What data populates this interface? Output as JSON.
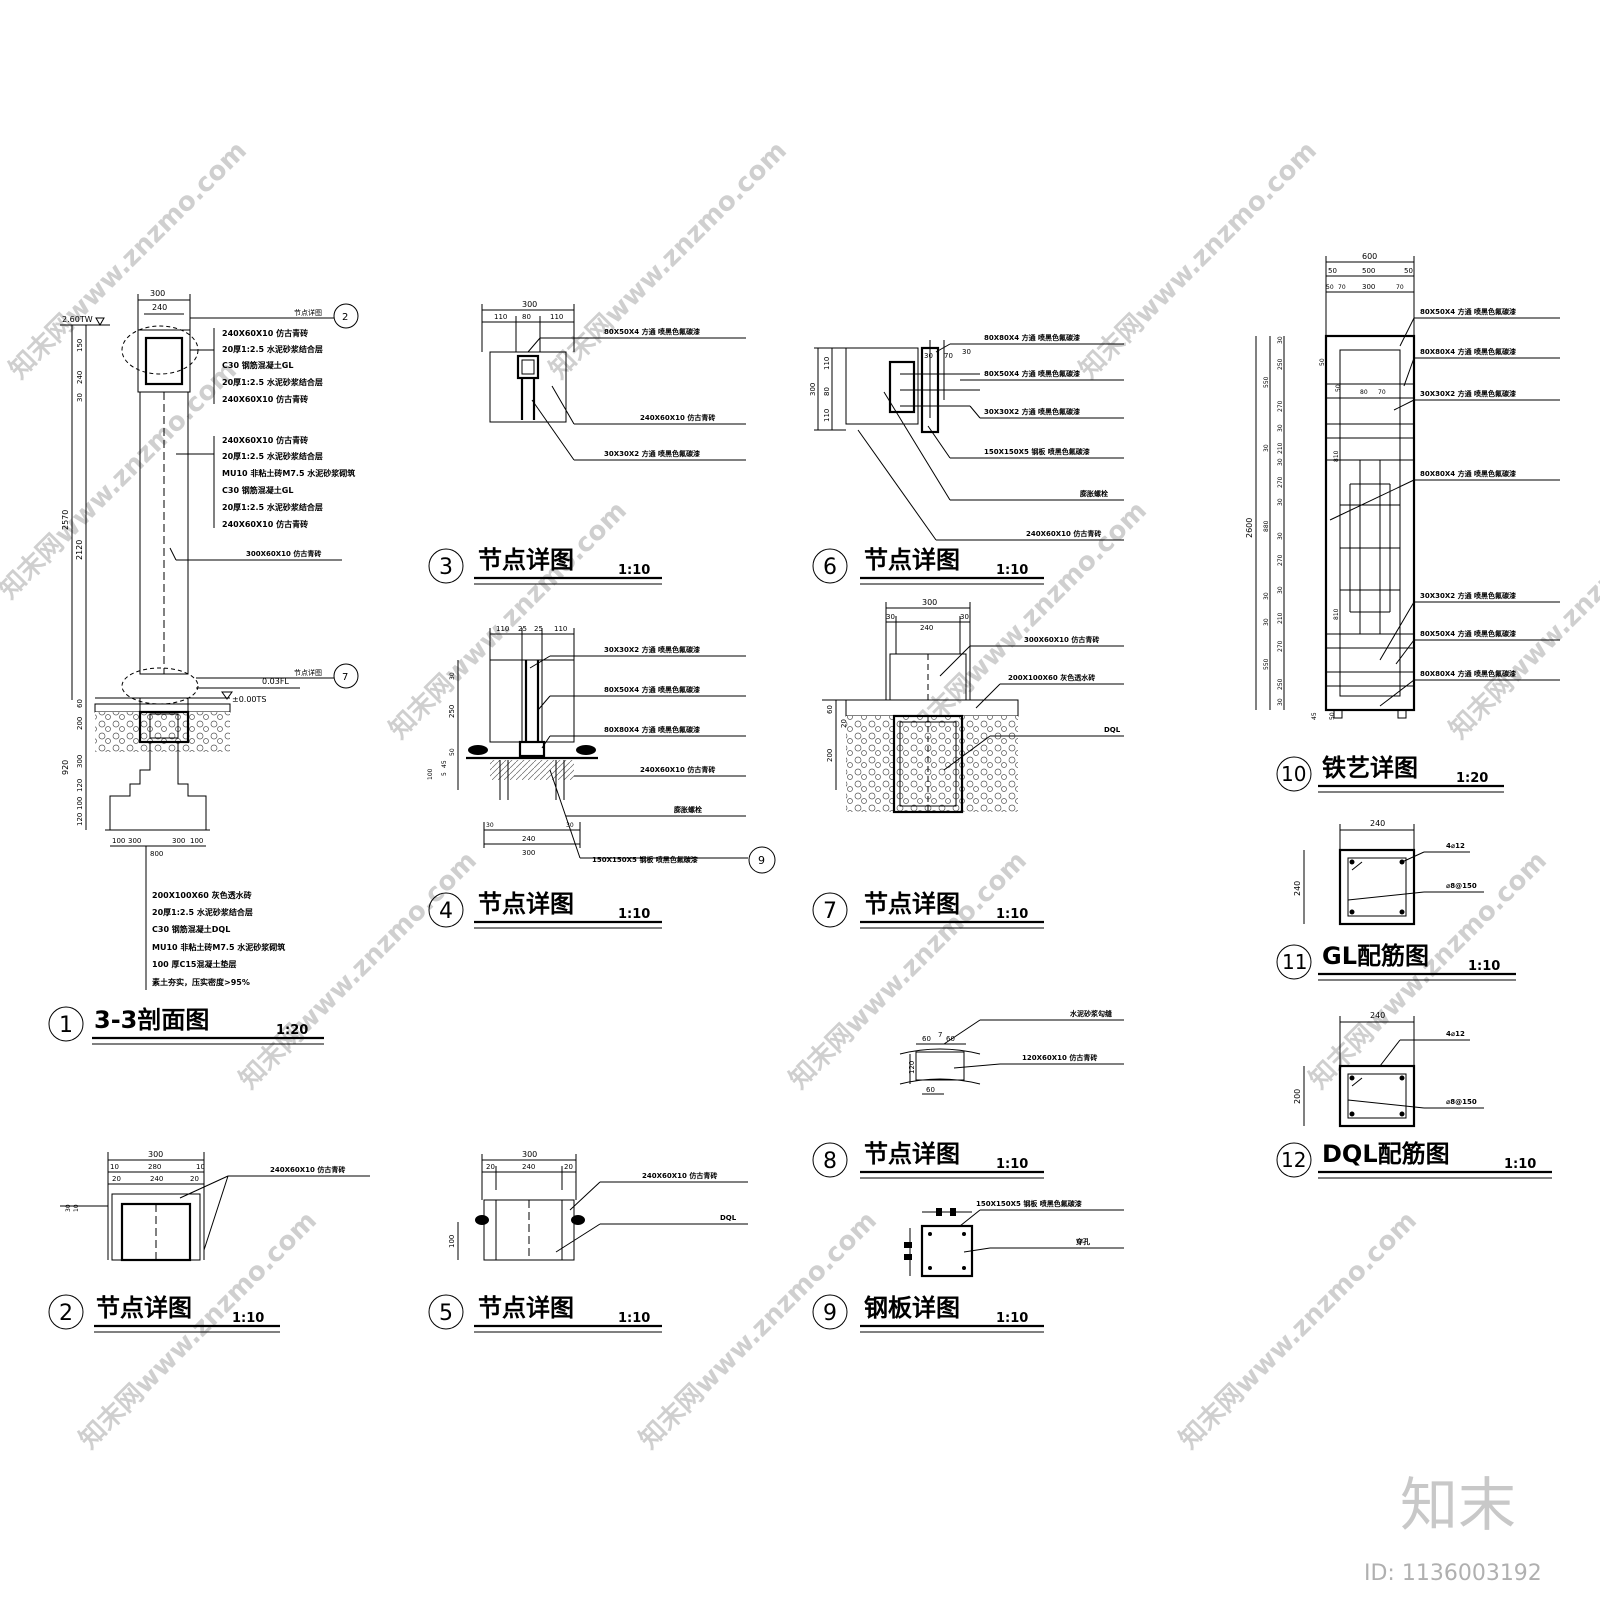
{
  "watermark": {
    "text": "知末网www.znzmo.com",
    "brand": "知末",
    "id_label": "ID: 1136003192"
  },
  "details": [
    {
      "num": "1",
      "title": "3-3剖面图",
      "scale": "1:20"
    },
    {
      "num": "2",
      "title": "节点详图",
      "scale": "1:10"
    },
    {
      "num": "3",
      "title": "节点详图",
      "scale": "1:10"
    },
    {
      "num": "4",
      "title": "节点详图",
      "scale": "1:10"
    },
    {
      "num": "5",
      "title": "节点详图",
      "scale": "1:10"
    },
    {
      "num": "6",
      "title": "节点详图",
      "scale": "1:10"
    },
    {
      "num": "7",
      "title": "节点详图",
      "scale": "1:10"
    },
    {
      "num": "8",
      "title": "节点详图",
      "scale": "1:10"
    },
    {
      "num": "9",
      "title": "钢板详图",
      "scale": "1:10"
    },
    {
      "num": "10",
      "title": "铁艺详图",
      "scale": "1:20"
    },
    {
      "num": "11",
      "title": "GL配筋图",
      "scale": "1:10"
    },
    {
      "num": "12",
      "title": "DQL配筋图",
      "scale": "1:10"
    }
  ],
  "d1": {
    "dims_top": [
      "300",
      "240"
    ],
    "elev_top": "2.60TW",
    "elev_mid": "0.03FL",
    "elev_zero": "±0.00TS",
    "dims_left": [
      "150",
      "240",
      "30",
      "2570",
      "2120",
      "60",
      "200",
      "920",
      "300",
      "120",
      "100",
      "120"
    ],
    "dims_bottom": [
      "100",
      "300",
      "300",
      "100",
      "800"
    ],
    "ref_top": {
      "label": "节点详图",
      "num": "2"
    },
    "ref_mid": {
      "label": "节点详图",
      "num": "7"
    },
    "layers_cap": [
      "240X60X10  仿古青砖",
      "20厚1:2.5 水泥砂浆结合层",
      "C30 钢筋混凝土GL",
      "20厚1:2.5 水泥砂浆结合层",
      "240X60X10  仿古青砖"
    ],
    "layers_wall": [
      "240X60X10  仿古青砖",
      "20厚1:2.5 水泥砂浆结合层",
      "MU10 非粘土砖M7.5 水泥砂浆砌筑",
      "C30 钢筋混凝土GL",
      "20厚1:2.5 水泥砂浆结合层",
      "240X60X10  仿古青砖"
    ],
    "layer_face": "300X60X10  仿古青砖",
    "layers_base": [
      "200X100X60  灰色透水砖",
      "20厚1:2.5 水泥砂浆结合层",
      "C30 钢筋混凝土DQL",
      "MU10 非粘土砖M7.5 水泥砂浆砌筑",
      "100 厚C15混凝土垫层",
      "素土夯实，压实密度>95%"
    ]
  },
  "d2": {
    "dims": [
      "300",
      "10",
      "280",
      "10",
      "20",
      "240",
      "20"
    ],
    "side_dims": [
      "30",
      "10"
    ],
    "label": "240X60X10  仿古青砖"
  },
  "d3": {
    "dims": [
      "300",
      "110",
      "80",
      "110"
    ],
    "labels": [
      "80X50X4  方通  喷黑色氟碳漆",
      "240X60X10  仿古青砖",
      "30X30X2  方通  喷黑色氟碳漆"
    ]
  },
  "d4": {
    "dims_top": [
      "110",
      "25",
      "25",
      "110"
    ],
    "dims_side": [
      "30",
      "250",
      "50",
      "45",
      "5",
      "100"
    ],
    "dims_bottom": [
      "30",
      "30",
      "240",
      "300"
    ],
    "labels": [
      "30X30X2  方通  喷黑色氟碳漆",
      "80X50X4  方通  喷黑色氟碳漆",
      "80X80X4  方通  喷黑色氟碳漆",
      "240X60X10  仿古青砖",
      "膨胀螺栓",
      "150X150X5  钢板  喷黑色氟碳漆"
    ],
    "ref_num": "9"
  },
  "d5": {
    "dims": [
      "300",
      "20",
      "240",
      "20"
    ],
    "side_dim": "100",
    "labels": [
      "240X60X10  仿古青砖",
      "DQL"
    ]
  },
  "d6": {
    "dims_side": [
      "110",
      "80",
      "110",
      "300"
    ],
    "dims_top": [
      "30",
      "70",
      "30"
    ],
    "labels": [
      "80X80X4  方通  喷黑色氟碳漆",
      "80X50X4  方通  喷黑色氟碳漆",
      "30X30X2  方通  喷黑色氟碳漆",
      "150X150X5  钢板  喷黑色氟碳漆",
      "膨胀螺栓",
      "240X60X10  仿古青砖"
    ]
  },
  "d7": {
    "dims_top": [
      "300",
      "30",
      "240",
      "30"
    ],
    "dims_side": [
      "60",
      "20",
      "200"
    ],
    "labels": [
      "300X60X10  仿古青砖",
      "200X100X60  灰色透水砖",
      "DQL"
    ]
  },
  "d8": {
    "dims": [
      "60",
      "7",
      "60",
      "120",
      "60"
    ],
    "labels": [
      "水泥砂浆勾缝",
      "120X60X10  仿古青砖"
    ]
  },
  "d9": {
    "labels": [
      "150X150X5  钢板  喷黑色氟碳漆",
      "穿孔"
    ]
  },
  "d10": {
    "dims_top": [
      "600",
      "50",
      "500",
      "50",
      "50",
      "70",
      "300",
      "70"
    ],
    "dims_left": [
      "30",
      "250",
      "550",
      "270",
      "30",
      "30",
      "210",
      "30",
      "270",
      "30",
      "2600",
      "880",
      "30",
      "270",
      "30",
      "30",
      "210",
      "30",
      "270",
      "550",
      "250",
      "30"
    ],
    "inner_dims": [
      "50",
      "50",
      "80",
      "70",
      "810",
      "810"
    ],
    "bottom_dims": [
      "50",
      "45"
    ],
    "labels": [
      "80X50X4  方通  喷黑色氟碳漆",
      "80X80X4  方通  喷黑色氟碳漆",
      "30X30X2  方通  喷黑色氟碳漆",
      "80X80X4  方通  喷黑色氟碳漆",
      "30X30X2  方通  喷黑色氟碳漆",
      "80X50X4  方通  喷黑色氟碳漆",
      "80X80X4  方通  喷黑色氟碳漆"
    ]
  },
  "d11": {
    "w": "240",
    "h": "240",
    "labels": [
      "4⌀12",
      "⌀8@150"
    ]
  },
  "d12": {
    "w": "240",
    "h": "200",
    "labels": [
      "4⌀12",
      "⌀8@150"
    ]
  }
}
